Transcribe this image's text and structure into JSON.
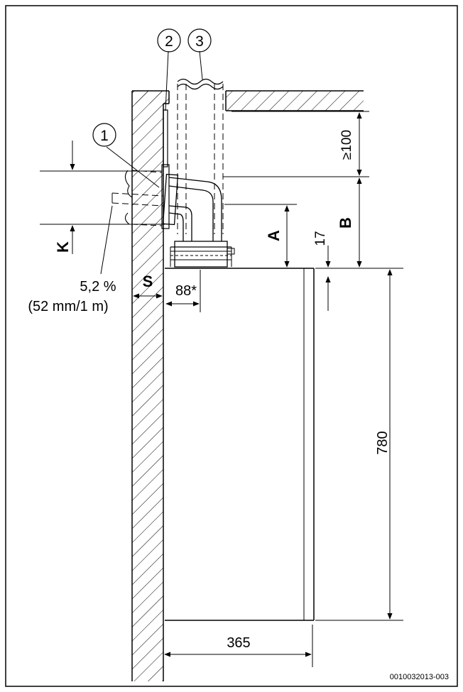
{
  "callouts": {
    "c1": "1",
    "c2": "2",
    "c3": "3"
  },
  "dimensions": {
    "min_clearance": "≥100",
    "B": "B",
    "A": "A",
    "d17": "17",
    "K": "K",
    "S": "S",
    "d88": "88*",
    "d780": "780",
    "d365": "365"
  },
  "slope": {
    "percent": "5,2 %",
    "ratio": "(52 mm/1 m)"
  },
  "figure_code": "0010032013-003"
}
